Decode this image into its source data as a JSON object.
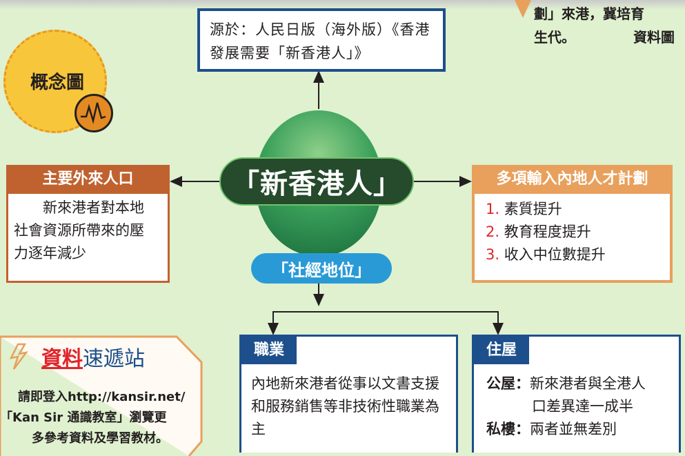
{
  "source": {
    "text": "源於：人民日版（海外版）《香港發展需要「新香港人」》"
  },
  "badge": {
    "label": "概念圖",
    "icon": "waveform-icon"
  },
  "corner_note": {
    "line1": "劃」來港，冀培育",
    "line2": "生代。",
    "credit": "資料圖"
  },
  "center": {
    "title": "「新香港人」",
    "sub_label": "「社經地位」"
  },
  "left_card": {
    "header": "主要外來人口",
    "body": "新來港者對本地社會資源所帶來的壓力逐年減少"
  },
  "right_card": {
    "header": "多項輸入內地人才計劃",
    "items": [
      {
        "num": "1.",
        "text": "素質提升"
      },
      {
        "num": "2.",
        "text": "教育程度提升"
      },
      {
        "num": "3.",
        "text": "收入中位數提升"
      }
    ]
  },
  "occupation_card": {
    "header": "職業",
    "body": "內地新來港者從事以文書支援和服務銷售等非技術性職業為主"
  },
  "housing_card": {
    "header": "住屋",
    "public_label": "公屋：",
    "public_text": "新來港者與全港人",
    "public_text2": "口差異達一成半",
    "private_label": "私樓：",
    "private_text": "兩者並無差別"
  },
  "info_station": {
    "title_red": "資料",
    "title_rest": "速遞站",
    "line1": "請即登入http://kansir.net/",
    "line2": "「Kan Sir 通識教室」瀏覽更",
    "line3": "多參考資料及學習教材。",
    "icon": "lightning-icon"
  },
  "colors": {
    "navy": "#1d4f8c",
    "brown": "#c0622f",
    "orange": "#e8a05c",
    "green": "#2f6b3a",
    "blue": "#2a9ad7",
    "red": "#e0242b"
  }
}
